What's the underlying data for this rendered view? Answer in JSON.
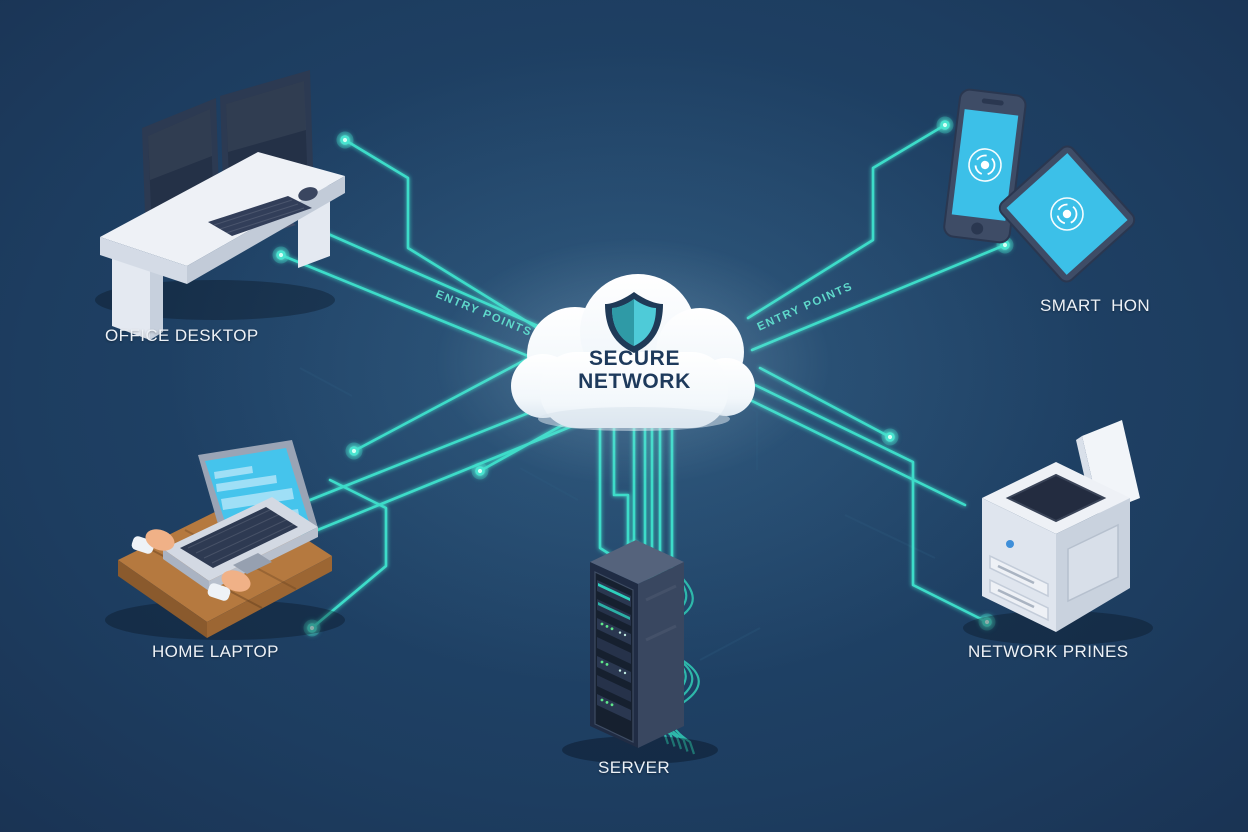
{
  "title": {
    "line1": "SECURE",
    "line2": "NETWORK"
  },
  "entry_points": {
    "left": "ENTRY POINTS",
    "right": "ENTRY POINTS"
  },
  "devices": [
    {
      "id": "office-desktop",
      "label": "OFFICE DESKTOP"
    },
    {
      "id": "smartphone",
      "label": "SMART  HON"
    },
    {
      "id": "home-laptop",
      "label": "HOME LAPTOP"
    },
    {
      "id": "network-printer",
      "label": "NETWORK PRINES"
    },
    {
      "id": "server",
      "label": "SERVER"
    }
  ],
  "icons": {
    "cloud_badge": "shield-icon",
    "phone_screen": "biometric-circle-icon",
    "tablet_screen": "biometric-circle-icon"
  },
  "colors": {
    "background_center": "#22496f",
    "background_edge": "#142440",
    "connection_line": "#3edcc9",
    "node_glow": "#4ae4d0",
    "cloud": "#f6fafd",
    "cloud_text": "#1e3a5c",
    "entry_label": "#5fd9cb",
    "device_label": "#edf1f6",
    "device_screen_cyan": "#3cc0e8",
    "wood": "#b5793f"
  }
}
